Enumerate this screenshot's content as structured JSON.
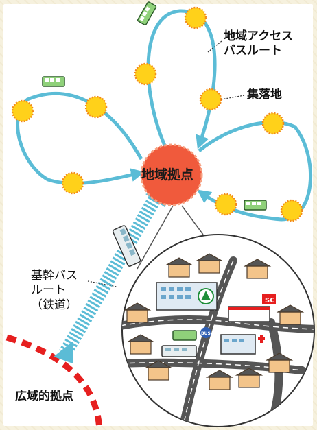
{
  "labels": {
    "access_route": "地域アクセス\nバスルート",
    "village": "集落地",
    "hub": "地域拠点",
    "trunk_route": "基幹バス\nルート\n（鉄道）",
    "wide_hub": "広域的拠点"
  },
  "signs": {
    "sc": "SC",
    "bus": "BUS"
  },
  "colors": {
    "route": "#5bbcd6",
    "hub": "#f05a3c",
    "village": "#ffd11a",
    "wide_hub_arc": "#e61f1f"
  }
}
